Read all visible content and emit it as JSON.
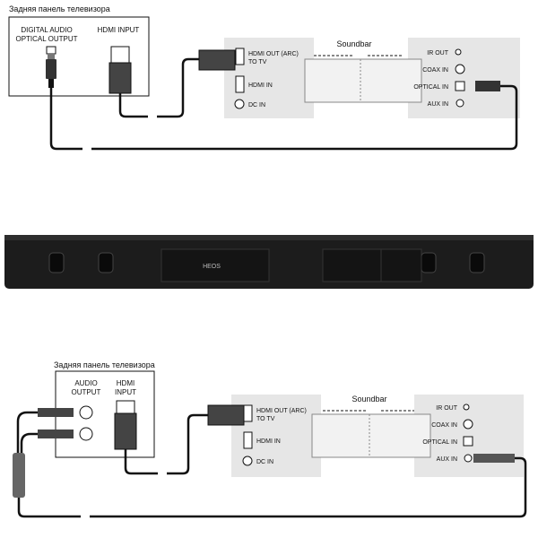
{
  "top": {
    "tv_caption": "Задняя панель телевизора",
    "tv_ports": {
      "optical_line1": "DIGITAL AUDIO",
      "optical_line2": "OPTICAL OUTPUT",
      "hdmi": "HDMI INPUT"
    },
    "soundbar_label": "Soundbar",
    "left_panel": {
      "hdmi_out_line1": "HDMI OUT (ARC)",
      "hdmi_out_line2": "TO TV",
      "hdmi_in": "HDMI IN",
      "dc_in": "DC IN"
    },
    "right_panel": {
      "ir_out": "IR OUT",
      "coax_in": "COAX IN",
      "optical_in": "OPTICAL IN",
      "aux_in": "AUX IN"
    }
  },
  "middle": {
    "brand": "HEOS"
  },
  "bottom": {
    "tv_caption": "Задняя панель телевизора",
    "tv_ports": {
      "audio_line1": "AUDIO",
      "audio_line2": "OUTPUT",
      "hdmi_line1": "HDMI",
      "hdmi_line2": "INPUT"
    },
    "soundbar_label": "Soundbar",
    "left_panel": {
      "hdmi_out_line1": "HDMI OUT (ARC)",
      "hdmi_out_line2": "TO TV",
      "hdmi_in": "HDMI IN",
      "dc_in": "DC IN"
    },
    "right_panel": {
      "ir_out": "IR OUT",
      "coax_in": "COAX IN",
      "optical_in": "OPTICAL IN",
      "aux_in": "AUX IN"
    }
  },
  "colors": {
    "panel": "#e6e6e6",
    "cable": "#111111",
    "soundbar_body": "#1c1c1c"
  }
}
